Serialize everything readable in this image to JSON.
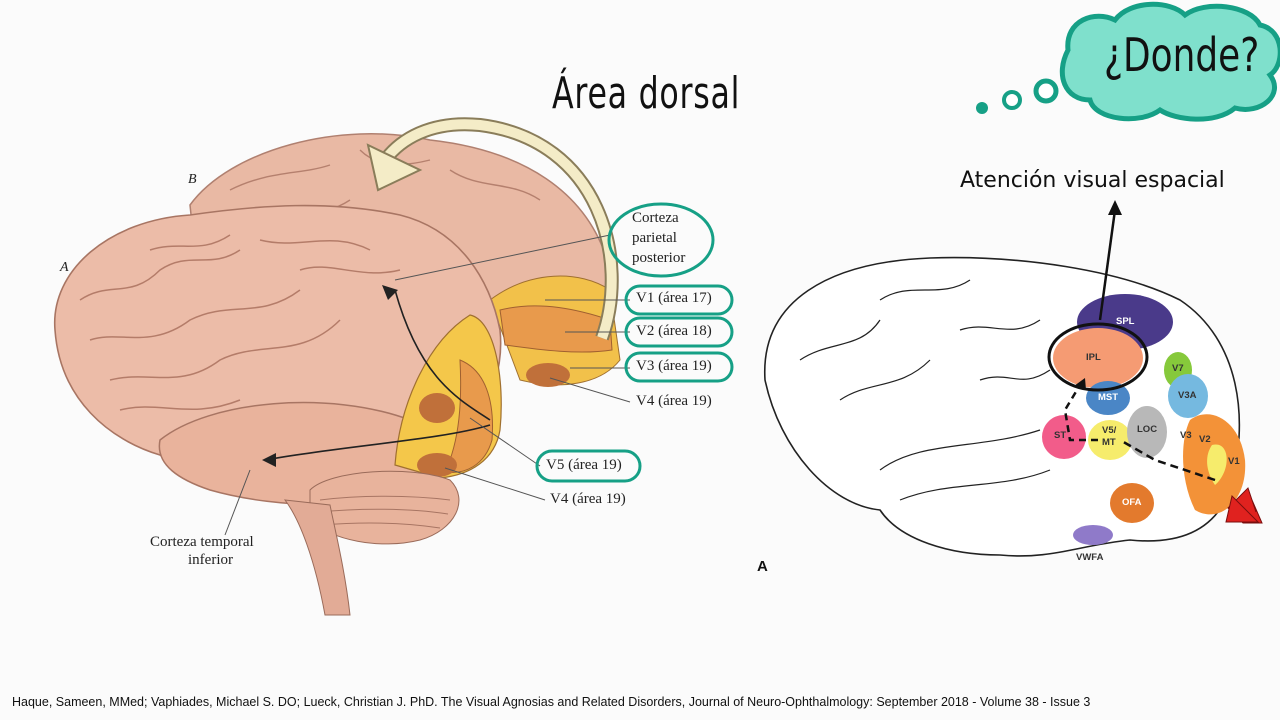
{
  "slide": {
    "title": "Área  dorsal",
    "bubble_text": "¿Donde?",
    "attention_label": "Atención visual espacial",
    "citation": "Haque, Sameen,  MMed; Vaphiades, Michael S. DO; Lueck, Christian J. PhD. The Visual Agnosias and Related Disorders, Journal of Neuro-Ophthalmology: September 2018 - Volume 38 - Issue 3"
  },
  "left_figure": {
    "panel_a": "A",
    "panel_b": "B",
    "labels": {
      "parietal_1": "Corteza",
      "parietal_2": "parietal",
      "parietal_3": "posterior",
      "v1": "V1 (área 17)",
      "v2": "V2 (área 18)",
      "v3": "V3 (área 19)",
      "v4_top": "V4 (área 19)",
      "v5": "V5 (área 19)",
      "v4_bottom": "V4 (área 19)",
      "temporal_1": "Corteza temporal",
      "temporal_2": "inferior"
    }
  },
  "right_figure": {
    "panel": "A",
    "areas": {
      "spl": "SPL",
      "ipl": "IPL",
      "v7": "V7",
      "mst": "MST",
      "v3a": "V3A",
      "st": "ST",
      "v5a": "V5/",
      "v5b": "MT",
      "loc": "LOC",
      "v3": "V3",
      "v2": "V2",
      "v1": "V1",
      "ofa": "OFA",
      "vwfa": "VWFA"
    }
  },
  "colors": {
    "accent_green": "#16a086",
    "bubble_fill": "#7fe0cc",
    "brain_fill": "#e8b5a0",
    "visual_yellow": "#f4c74a",
    "visual_orange": "#e89a4c",
    "arrow_red": "#e0221f"
  }
}
